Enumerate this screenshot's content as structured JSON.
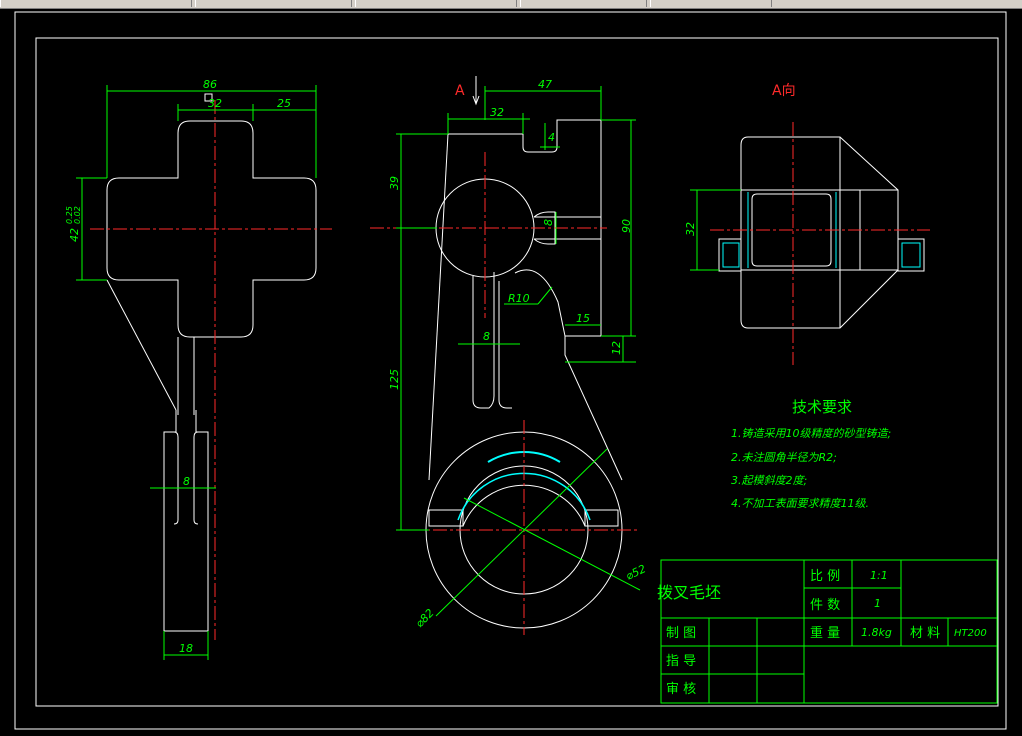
{
  "dimensions": {
    "left_overall_width": "86",
    "left_32": "32",
    "left_25": "25",
    "left_height": "42",
    "left_tol_upper": "0.25",
    "left_tol_lower": "0.02",
    "left_rib": "8",
    "left_base": "18",
    "front_top": "47",
    "front_32": "32",
    "front_4": "4",
    "front_39": "39",
    "front_8": "8",
    "front_90": "90",
    "front_r10": "R10",
    "front_15": "15",
    "front_12": "12",
    "front_rib": "8",
    "front_125": "125",
    "front_d52": "⌀52",
    "front_d82": "⌀82",
    "right_32": "32"
  },
  "labels": {
    "section_a": "A",
    "view_a": "A向"
  },
  "tech": {
    "title": "技术要求",
    "items": [
      "1.铸造采用10级精度的砂型铸造;",
      "2.未注圆角半径为R2;",
      "3.起模斜度2度;",
      "4.不加工表面要求精度11级."
    ]
  },
  "title_block": {
    "part_name": "拨叉毛坯",
    "scale_label": "比 例",
    "scale_value": "1:1",
    "qty_label": "件 数",
    "qty_value": "1",
    "drawn_label": "制 图",
    "weight_label": "重 量",
    "weight_value": "1.8kg",
    "material_label": "材 料",
    "material_value": "HT200",
    "guide_label": "指 导",
    "check_label": "审 核"
  }
}
